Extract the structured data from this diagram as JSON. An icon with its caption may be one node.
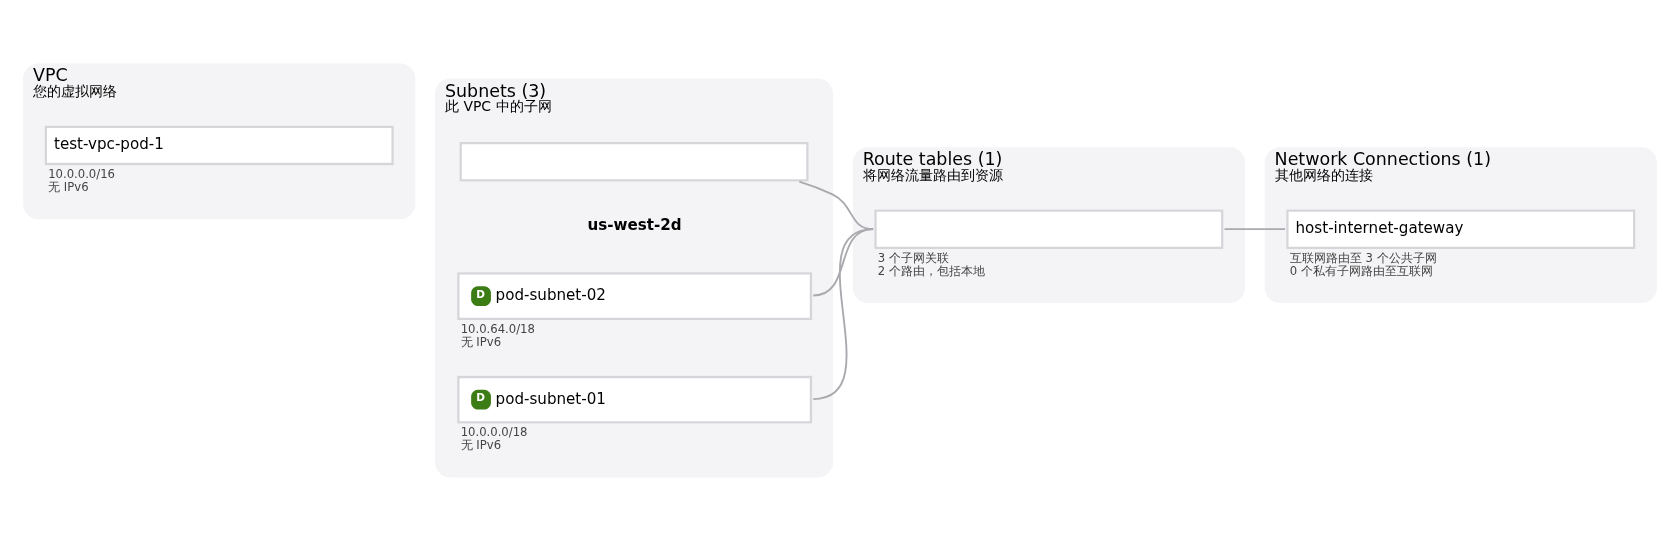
{
  "diagram": {
    "nodes": [
      {
        "text": [
          "VPC",
          "您的虚拟网络"
        ]
      },
      {
        "text": [
          "test-vpc-pod-1"
        ],
        "in": 0,
        "beside": [
          "10.0.0.0/16",
          "无 IPv6"
        ]
      },
      {
        "text": [
          "Subnets (3)",
          "此 VPC 中的子网"
        ]
      },
      {
        "text": [],
        "shape": "box",
        "in": 2
      },
      {
        "text": [
          "D",
          "pod-subnet-02"
        ],
        "in": 2,
        "beside": [
          "10.0.64.0/18",
          "无 IPv6"
        ]
      },
      {
        "text": [
          "D",
          "pod-subnet-01"
        ],
        "in": 2,
        "beside": [
          "10.0.0.0/18",
          "无 IPv6"
        ]
      },
      {
        "text": [
          "Route tables (1)",
          "将网络流量路由到资源"
        ]
      },
      {
        "text": [],
        "shape": "box",
        "in": 6,
        "beside": [
          "3 个子网关联",
          "2 个路由，包括本地"
        ]
      },
      {
        "text": [
          "Network Connections (1)",
          "其他网络的连接"
        ]
      },
      {
        "text": [
          "host-internet-gateway"
        ],
        "in": 8,
        "beside": [
          "互联网路由至 3 个公共子网",
          "0 个私有子网路由至互联网"
        ]
      }
    ],
    "edges": [
      {
        "from": 3,
        "to": 7,
        "arrow": "none"
      },
      {
        "from": 4,
        "to": 7,
        "arrow": "none"
      },
      {
        "from": 5,
        "to": 7,
        "arrow": "none"
      },
      {
        "from": 7,
        "to": 9,
        "arrow": "none"
      }
    ],
    "labels": [
      "us-west-2d"
    ]
  }
}
